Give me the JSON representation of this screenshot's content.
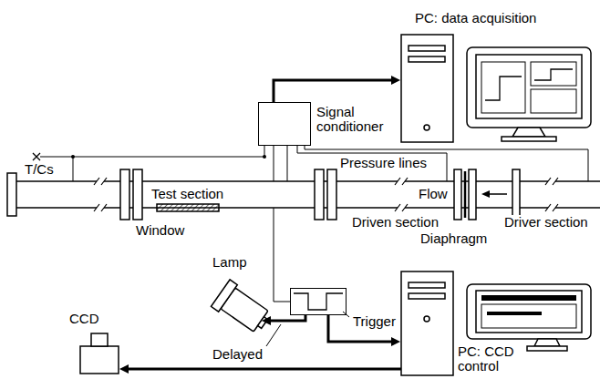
{
  "diagram": {
    "nodes": [
      {
        "text": [
          "PC: data acquisition"
        ]
      },
      {
        "text": [
          "Signal conditioner"
        ]
      },
      {
        "text": [
          "Lamp"
        ]
      },
      {
        "text": [
          "Trigger"
        ]
      },
      {
        "text": [
          "CCD"
        ]
      },
      {
        "text": [
          "PC: CCD control"
        ]
      }
    ],
    "edges": [
      {
        "from": 1,
        "to": 0,
        "arrow": "to"
      },
      {
        "from": 3,
        "to": 5,
        "arrow": "to"
      },
      {
        "from": 3,
        "to": 2,
        "arrow": "to"
      },
      {
        "from": 5,
        "to": 4,
        "arrow": "to"
      }
    ],
    "labels": [
      "T/Cs",
      "Pressure lines",
      "Test section",
      "Window",
      "Driven section",
      "Diaphragm",
      "Flow",
      "Driver section",
      "Delayed"
    ]
  }
}
